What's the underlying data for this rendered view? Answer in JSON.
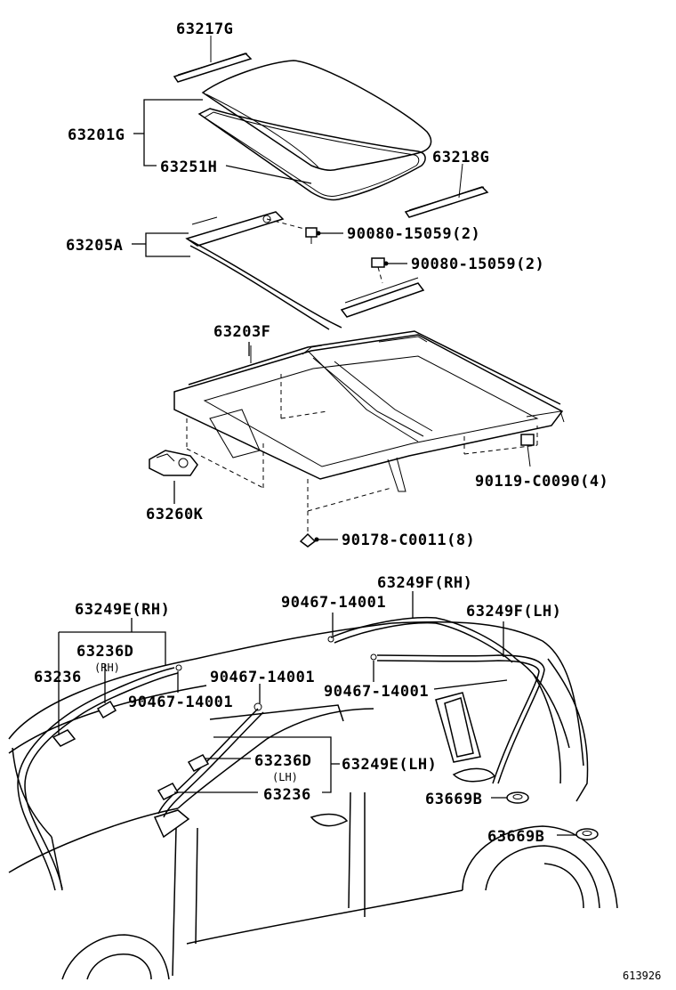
{
  "figure_id": "613926",
  "labels": {
    "p63217G": "63217G",
    "p63201G": "63201G",
    "p63251H": "63251H",
    "p63218G": "63218G",
    "p63205A": "63205A",
    "p90080a": "90080-15059(2)",
    "p90080b": "90080-15059(2)",
    "p63203F": "63203F",
    "p63260K": "63260K",
    "p90119": "90119-C0090(4)",
    "p90178": "90178-C0011(8)",
    "p63249F_RH": "63249F(RH)",
    "p90467_top": "90467-14001",
    "p63249F_LH": "63249F(LH)",
    "p63249E_RH": "63249E(RH)",
    "p63236D_rh": "63236D",
    "rh": "(RH)",
    "p63236_left": "63236",
    "p90467_left": "90467-14001",
    "p90467_mid": "90467-14001",
    "p90467_right": "90467-14001",
    "p63236D_lh": "63236D",
    "lh": "(LH)",
    "p63249E_LH": "63249E(LH)",
    "p63236_mid": "63236",
    "p63669B_a": "63669B",
    "p63669B_b": "63669B"
  }
}
